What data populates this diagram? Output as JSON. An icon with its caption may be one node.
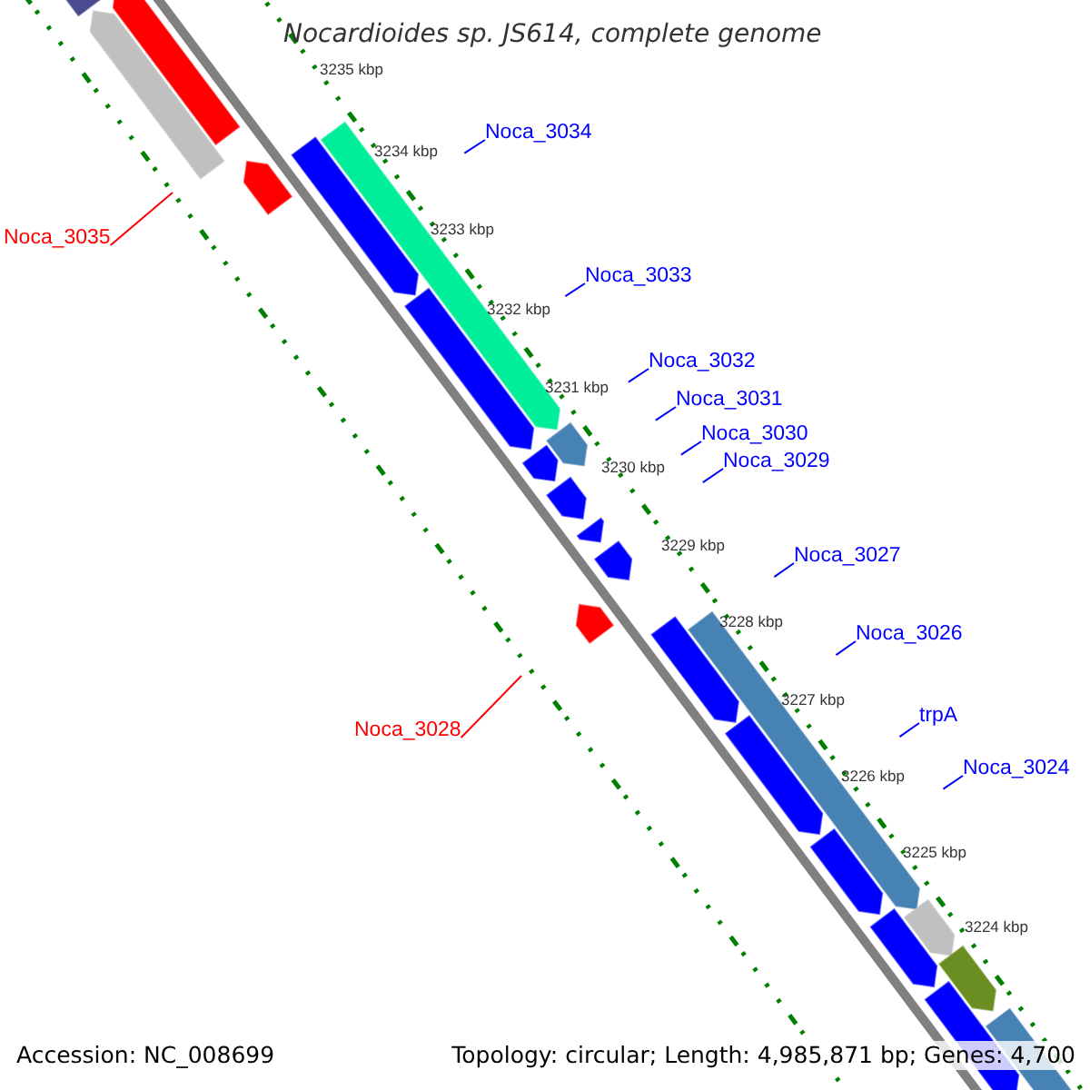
{
  "diagram": {
    "title": "Nocardioides sp. JS614, complete genome",
    "nodes": [
      {
        "text": [
          "Noca_3034"
        ]
      },
      {
        "text": [
          "Noca_3035"
        ]
      },
      {
        "text": [
          "Noca_3033"
        ]
      },
      {
        "text": [
          "Noca_3032"
        ]
      },
      {
        "text": [
          "Noca_3031"
        ]
      },
      {
        "text": [
          "Noca_3030"
        ]
      },
      {
        "text": [
          "Noca_3029"
        ]
      },
      {
        "text": [
          "Noca_3027"
        ]
      },
      {
        "text": [
          "Noca_3026"
        ]
      },
      {
        "text": [
          "trpA"
        ]
      },
      {
        "text": [
          "Noca_3028"
        ]
      },
      {
        "text": [
          "Noca_3024"
        ]
      }
    ],
    "edges": [
      {
        "from": 0,
        "to": null,
        "arrow": "none"
      },
      {
        "from": 1,
        "to": null,
        "arrow": "none",
        "color": "#ff0000"
      },
      {
        "from": 2,
        "to": null,
        "arrow": "none"
      },
      {
        "from": 3,
        "to": null,
        "arrow": "none"
      },
      {
        "from": 4,
        "to": null,
        "arrow": "none"
      },
      {
        "from": 5,
        "to": null,
        "arrow": "none"
      },
      {
        "from": 6,
        "to": null,
        "arrow": "none"
      },
      {
        "from": 7,
        "to": null,
        "arrow": "none"
      },
      {
        "from": 8,
        "to": null,
        "arrow": "none"
      },
      {
        "from": 9,
        "to": null,
        "arrow": "none"
      },
      {
        "from": 10,
        "to": null,
        "arrow": "none",
        "color": "#ff0000"
      },
      {
        "from": 11,
        "to": null,
        "arrow": "none"
      }
    ],
    "labels": [
      "3235 kbp",
      "3234 kbp",
      "3233 kbp",
      "3232 kbp",
      "3231 kbp",
      "3230 kbp",
      "3229 kbp",
      "3228 kbp",
      "3227 kbp",
      "3226 kbp",
      "3225 kbp",
      "3224 kbp",
      "Accession: NC_008699",
      "Topology: circular; Length: 4,985,871 bp; Genes: 4,700"
    ]
  }
}
